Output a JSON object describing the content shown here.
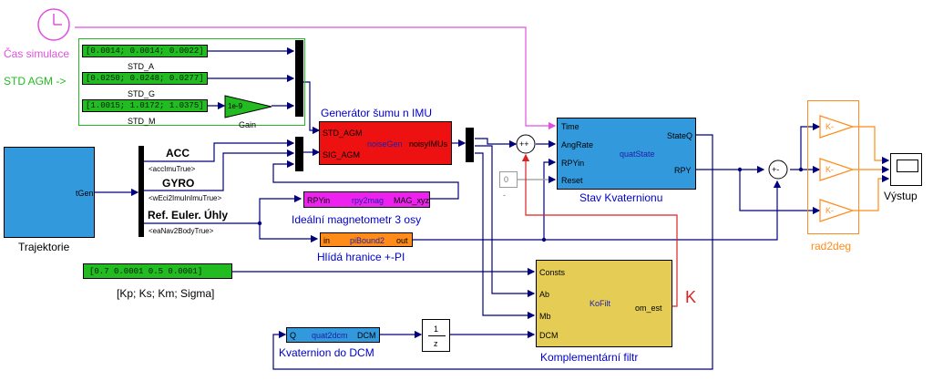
{
  "colors": {
    "signal": "#00007f",
    "magenta": "#e050e0",
    "green": "#22bb22",
    "red": "#dd2222",
    "orange": "#ff8c1a",
    "blue_fill": "#3399dd",
    "yellow_fill": "#e5cc55"
  },
  "clock": {
    "label": "Čas simulace"
  },
  "std_agm": {
    "label": "STD AGM ->"
  },
  "const_a": {
    "value": "[0.0014; 0.0014; 0.0022]",
    "label": "STD_A"
  },
  "const_g": {
    "value": "[0.0250; 0.0248; 0.0277]",
    "label": "STD_G"
  },
  "const_m": {
    "value": "[1.0015; 1.0172; 1.0375]",
    "label": "STD_M"
  },
  "gain": {
    "value": "1e-9",
    "label": "Gain"
  },
  "noise_gen": {
    "title": "Generátor šumu n IMU",
    "inner": "noiseGen",
    "in1": "STD_AGM",
    "in2": "SIG_AGM",
    "out": "noisyIMUs"
  },
  "trajectory": {
    "label": "Trajektorie",
    "port": "tGen"
  },
  "acc": {
    "label": "ACC",
    "sub": "<accImuTrue>"
  },
  "gyro": {
    "label": "GYRO",
    "sub": "<wEci2ImuInImuTrue>"
  },
  "euler": {
    "label": "Ref. Euler. Úhly",
    "sub": "<eaNav2BodyTrue>"
  },
  "magnetometer": {
    "title": "Ideální magnetometr 3 osy",
    "in": "RPYin",
    "inner": "rpy2mag",
    "out": "MAG_xyz"
  },
  "pibound": {
    "title": "Hlídá hranice +-PI",
    "in": "in",
    "inner": "piBound2",
    "out": "out"
  },
  "quat_state": {
    "title": "Stav Kvaternionu",
    "in1": "Time",
    "in2": "AngRate",
    "in3": "RPYin",
    "in4": "Reset",
    "inner": "quatState",
    "out1": "StateQ",
    "out2": "RPY"
  },
  "reset_const": {
    "value": "0",
    "minus": "-"
  },
  "sum1": {
    "signs": "++"
  },
  "sum2": {
    "signs": "+-"
  },
  "rad2deg": {
    "label": "rad2deg",
    "gain": "K-"
  },
  "scope": {
    "label": "Výstup"
  },
  "kparams": {
    "value": "[0.7  0.0001    0.5  0.0001]",
    "label": "[Kp; Ks; Km; Sigma]"
  },
  "kofilt": {
    "title": "Komplementární filtr",
    "in1": "Consts",
    "in2": "Ab",
    "in3": "Mb",
    "in4": "DCM",
    "inner": "KoFilt",
    "out": "om_est",
    "k_mark": "K"
  },
  "quat2dcm": {
    "title": "Kvaternion do DCM",
    "in": "Q",
    "inner": "quat2dcm",
    "out": "DCM"
  },
  "unit_delay": {
    "num": "1",
    "den": "z"
  }
}
